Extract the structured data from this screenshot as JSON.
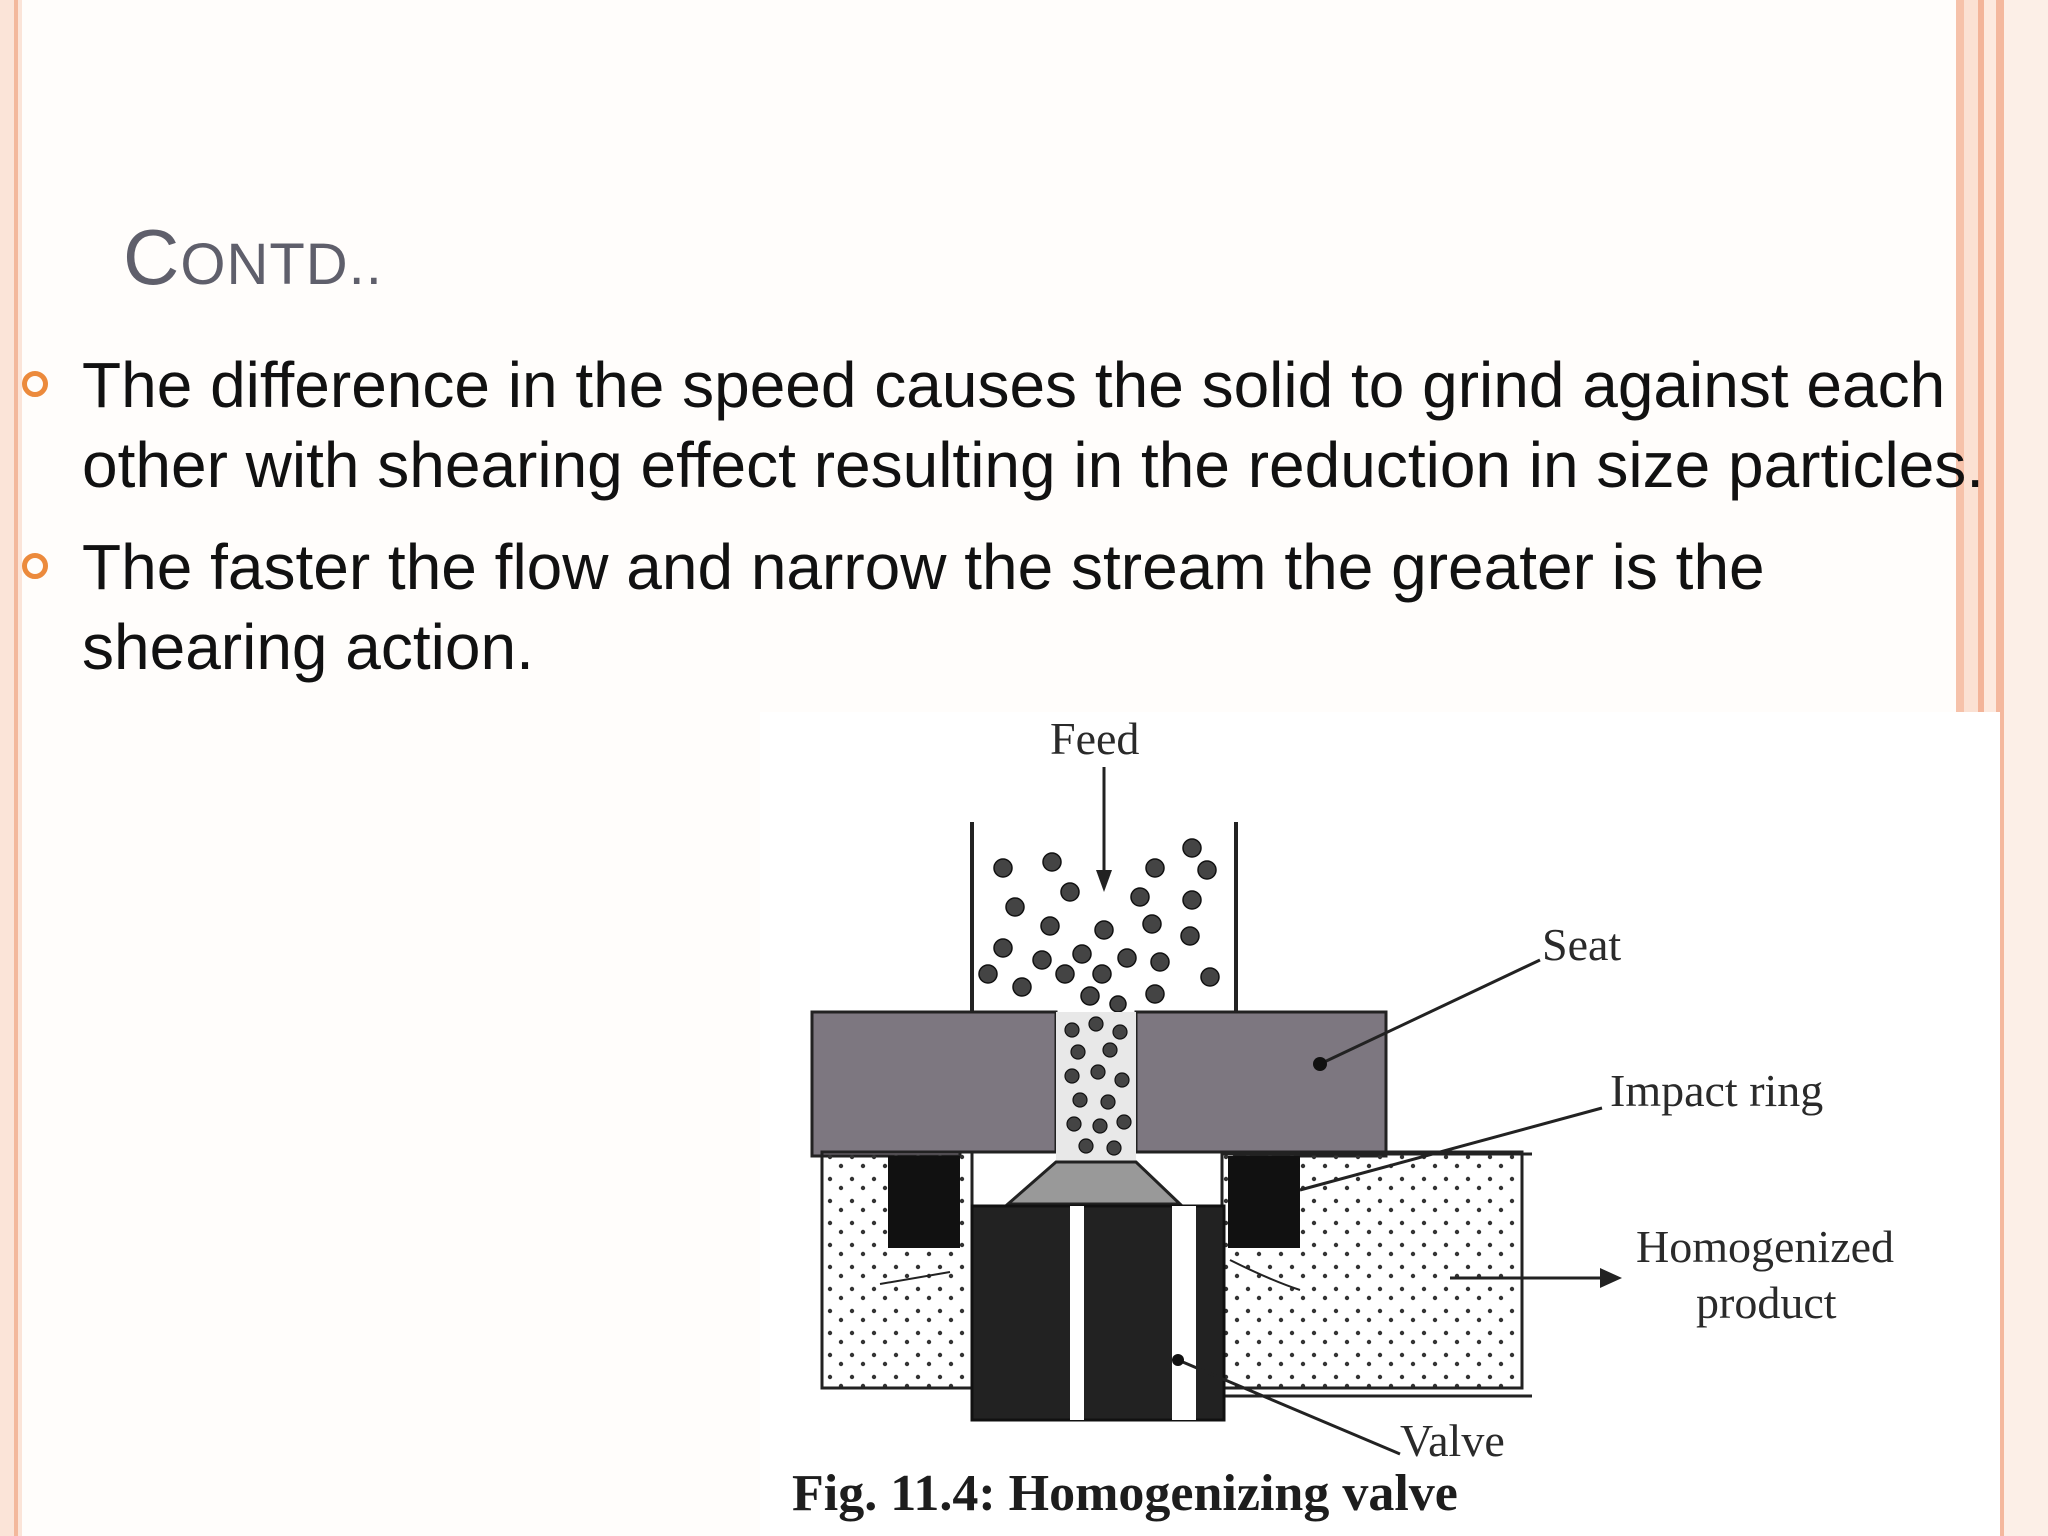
{
  "slide": {
    "title_first": "C",
    "title_rest": "ONTD..",
    "bullets": [
      "The difference in the speed causes the solid to grind against each other with shearing effect resulting in the reduction in size particles.",
      "The faster the flow and narrow the stream the greater is the shearing action."
    ],
    "accent_color": "#ec8a3c"
  },
  "figure": {
    "labels": {
      "feed": "Feed",
      "seat": "Seat",
      "impact_ring": "Impact ring",
      "homogenized_line1": "Homogenized",
      "homogenized_line2": "product",
      "valve": "Valve"
    },
    "caption": "Fig. 11.4: Homogenizing valve"
  }
}
